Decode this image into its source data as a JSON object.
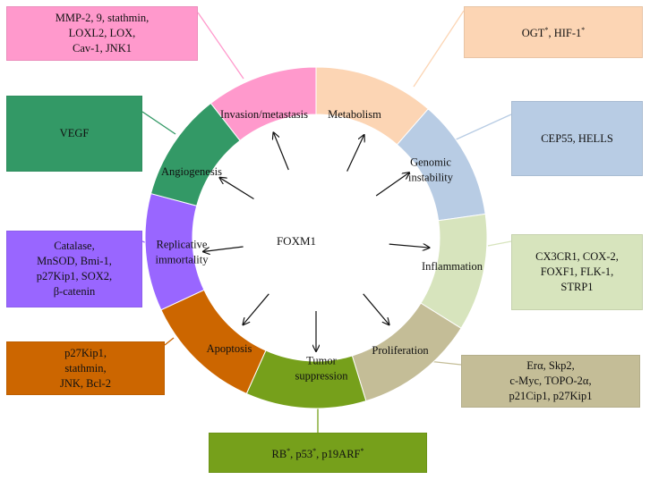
{
  "center": {
    "label": "FOXM1"
  },
  "segments": [
    {
      "id": "metabolism",
      "lines": [
        "Metabolism"
      ],
      "color": "#fcd5b4"
    },
    {
      "id": "genomic-instability",
      "lines": [
        "Genomic",
        "instability"
      ],
      "color": "#b8cce4"
    },
    {
      "id": "inflammation",
      "lines": [
        "Inflammation"
      ],
      "color": "#d7e4bd"
    },
    {
      "id": "proliferation",
      "lines": [
        "Proliferation"
      ],
      "color": "#c4bd97"
    },
    {
      "id": "tumor-suppression",
      "lines": [
        "Tumor",
        "suppression"
      ],
      "color": "#76a01b"
    },
    {
      "id": "apoptosis",
      "lines": [
        "Apoptosis"
      ],
      "color": "#cc6600"
    },
    {
      "id": "replicative-immortality",
      "lines": [
        "Replicative",
        "immortality"
      ],
      "color": "#9966ff"
    },
    {
      "id": "angiogenesis",
      "lines": [
        "Angiogenesis"
      ],
      "color": "#339966"
    },
    {
      "id": "invasion-metastasis",
      "lines": [
        "Invasion/metastasis"
      ],
      "color": "#ff99cc"
    }
  ],
  "boxes": [
    {
      "id": "invasion-metastasis",
      "lines": [
        "MMP-2, 9, stathmin,",
        "LOXL2, LOX,",
        "Cav-1, JNK1"
      ],
      "color": "#ff99cc"
    },
    {
      "id": "metabolism",
      "lines": [
        "OGT*, HIF-1*"
      ],
      "color": "#fcd5b4"
    },
    {
      "id": "angiogenesis",
      "lines": [
        "VEGF"
      ],
      "color": "#339966"
    },
    {
      "id": "genomic-instability",
      "lines": [
        "CEP55, HELLS"
      ],
      "color": "#b8cce4"
    },
    {
      "id": "replicative-immortality",
      "lines": [
        "Catalase,",
        "MnSOD, Bmi-1,",
        "p27Kip1, SOX2,",
        "β-catenin"
      ],
      "color": "#9966ff"
    },
    {
      "id": "inflammation",
      "lines": [
        "CX3CR1, COX-2,",
        "FOXF1, FLK-1,",
        "STRP1"
      ],
      "color": "#d7e4bd"
    },
    {
      "id": "apoptosis",
      "lines": [
        "p27Kip1,",
        "stathmin,",
        "JNK, Bcl-2"
      ],
      "color": "#cc6600"
    },
    {
      "id": "proliferation",
      "lines": [
        "Erα, Skp2,",
        "c-Myc, TOPO-2α,",
        "p21Cip1, p27Kip1"
      ],
      "color": "#c4bd97"
    },
    {
      "id": "tumor-suppression",
      "lines": [
        "RB*, p53*, p19ARF*"
      ],
      "color": "#76a01b"
    }
  ]
}
